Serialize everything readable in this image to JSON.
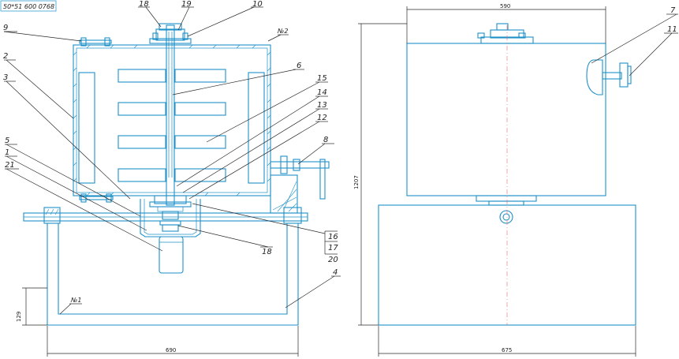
{
  "title_stamp": "50*51 600 0768",
  "callouts": {
    "c1": "1",
    "c2": "2",
    "c3": "3",
    "c4": "4",
    "c5": "5",
    "c6": "6",
    "c7": "7",
    "c8": "8",
    "c9": "9",
    "c10": "10",
    "c11": "11",
    "c12": "12",
    "c13": "13",
    "c14": "14",
    "c15": "15",
    "c16": "16",
    "c17": "17",
    "c18a": "18",
    "c18b": "18",
    "c19": "19",
    "c20": "20",
    "c21": "21"
  },
  "weld_marks": {
    "w2": "№2",
    "w1": "№1"
  },
  "dimensions": {
    "front_width": "690",
    "front_height": "129",
    "side_top_width": "590",
    "side_bottom_width": "675",
    "side_height": "1207"
  },
  "colors": {
    "outline": "#1e90c8",
    "leader": "#2a2a2a",
    "centerline": "#e07070"
  }
}
